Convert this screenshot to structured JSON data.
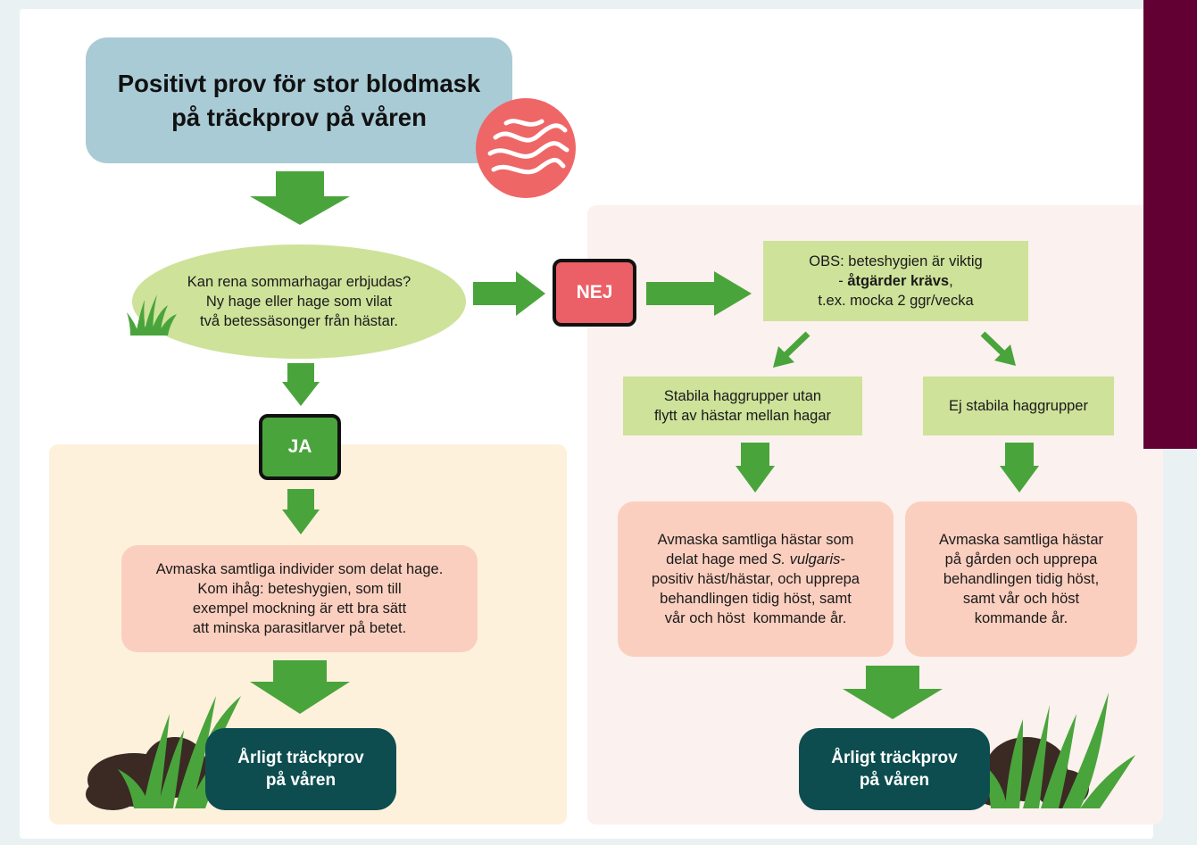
{
  "title": {
    "line1": "Positivt prov för stor blodmask",
    "line2": "på träckprov på våren"
  },
  "question": {
    "line1": "Kan rena sommarhagar erbjudas?",
    "line2": "Ny hage eller hage som vilat",
    "line3": "två betessäsonger från hästar."
  },
  "badges": {
    "no": "NEJ",
    "yes": "JA"
  },
  "obs": {
    "line1": "OBS: beteshygien är viktig",
    "line2_prefix": "- ",
    "line2_bold": "åtgärder krävs",
    "line2_suffix": ",",
    "line3": "t.ex. mocka 2 ggr/vecka"
  },
  "stable_groups": {
    "line1": "Stabila haggrupper utan",
    "line2": "flytt av hästar mellan hagar"
  },
  "unstable_groups": {
    "line1": "Ej stabila haggrupper"
  },
  "yes_action": {
    "line1": "Avmaska samtliga individer som delat hage.",
    "line2": "Kom ihåg: beteshygien, som till",
    "line3": "exempel mockning är ett bra sätt",
    "line4": "att minska parasitlarver på betet."
  },
  "stable_action": {
    "line1": "Avmaska samtliga hästar som",
    "line2_prefix": "delat hage med ",
    "line2_italic": "S. vulgaris",
    "line2_suffix": "-",
    "line3": "positiv häst/hästar, och upprepa",
    "line4": "behandlingen tidig höst, samt",
    "line5": "vår och höst  kommande år."
  },
  "unstable_action": {
    "line1": "Avmaska samtliga hästar",
    "line2": "på gården och upprepa",
    "line3": "behandlingen tidig höst,",
    "line4": "samt vår och höst",
    "line5": "kommande år."
  },
  "annual_left": {
    "line1": "Årligt träckprov",
    "line2": "på våren"
  },
  "annual_right": {
    "line1": "Årligt träckprov",
    "line2": "på våren"
  },
  "colors": {
    "arrow": "#4aa43c",
    "title_box": "#a9cbd6",
    "decision": "#cee29a",
    "action": "#fbcfbf",
    "end": "#0d4d4f",
    "no_badge": "#eb5f66",
    "yes_badge": "#4aa43c",
    "side_bar": "#620034"
  },
  "icons": [
    "worm-icon",
    "grass-icon",
    "soil-mound-icon"
  ]
}
